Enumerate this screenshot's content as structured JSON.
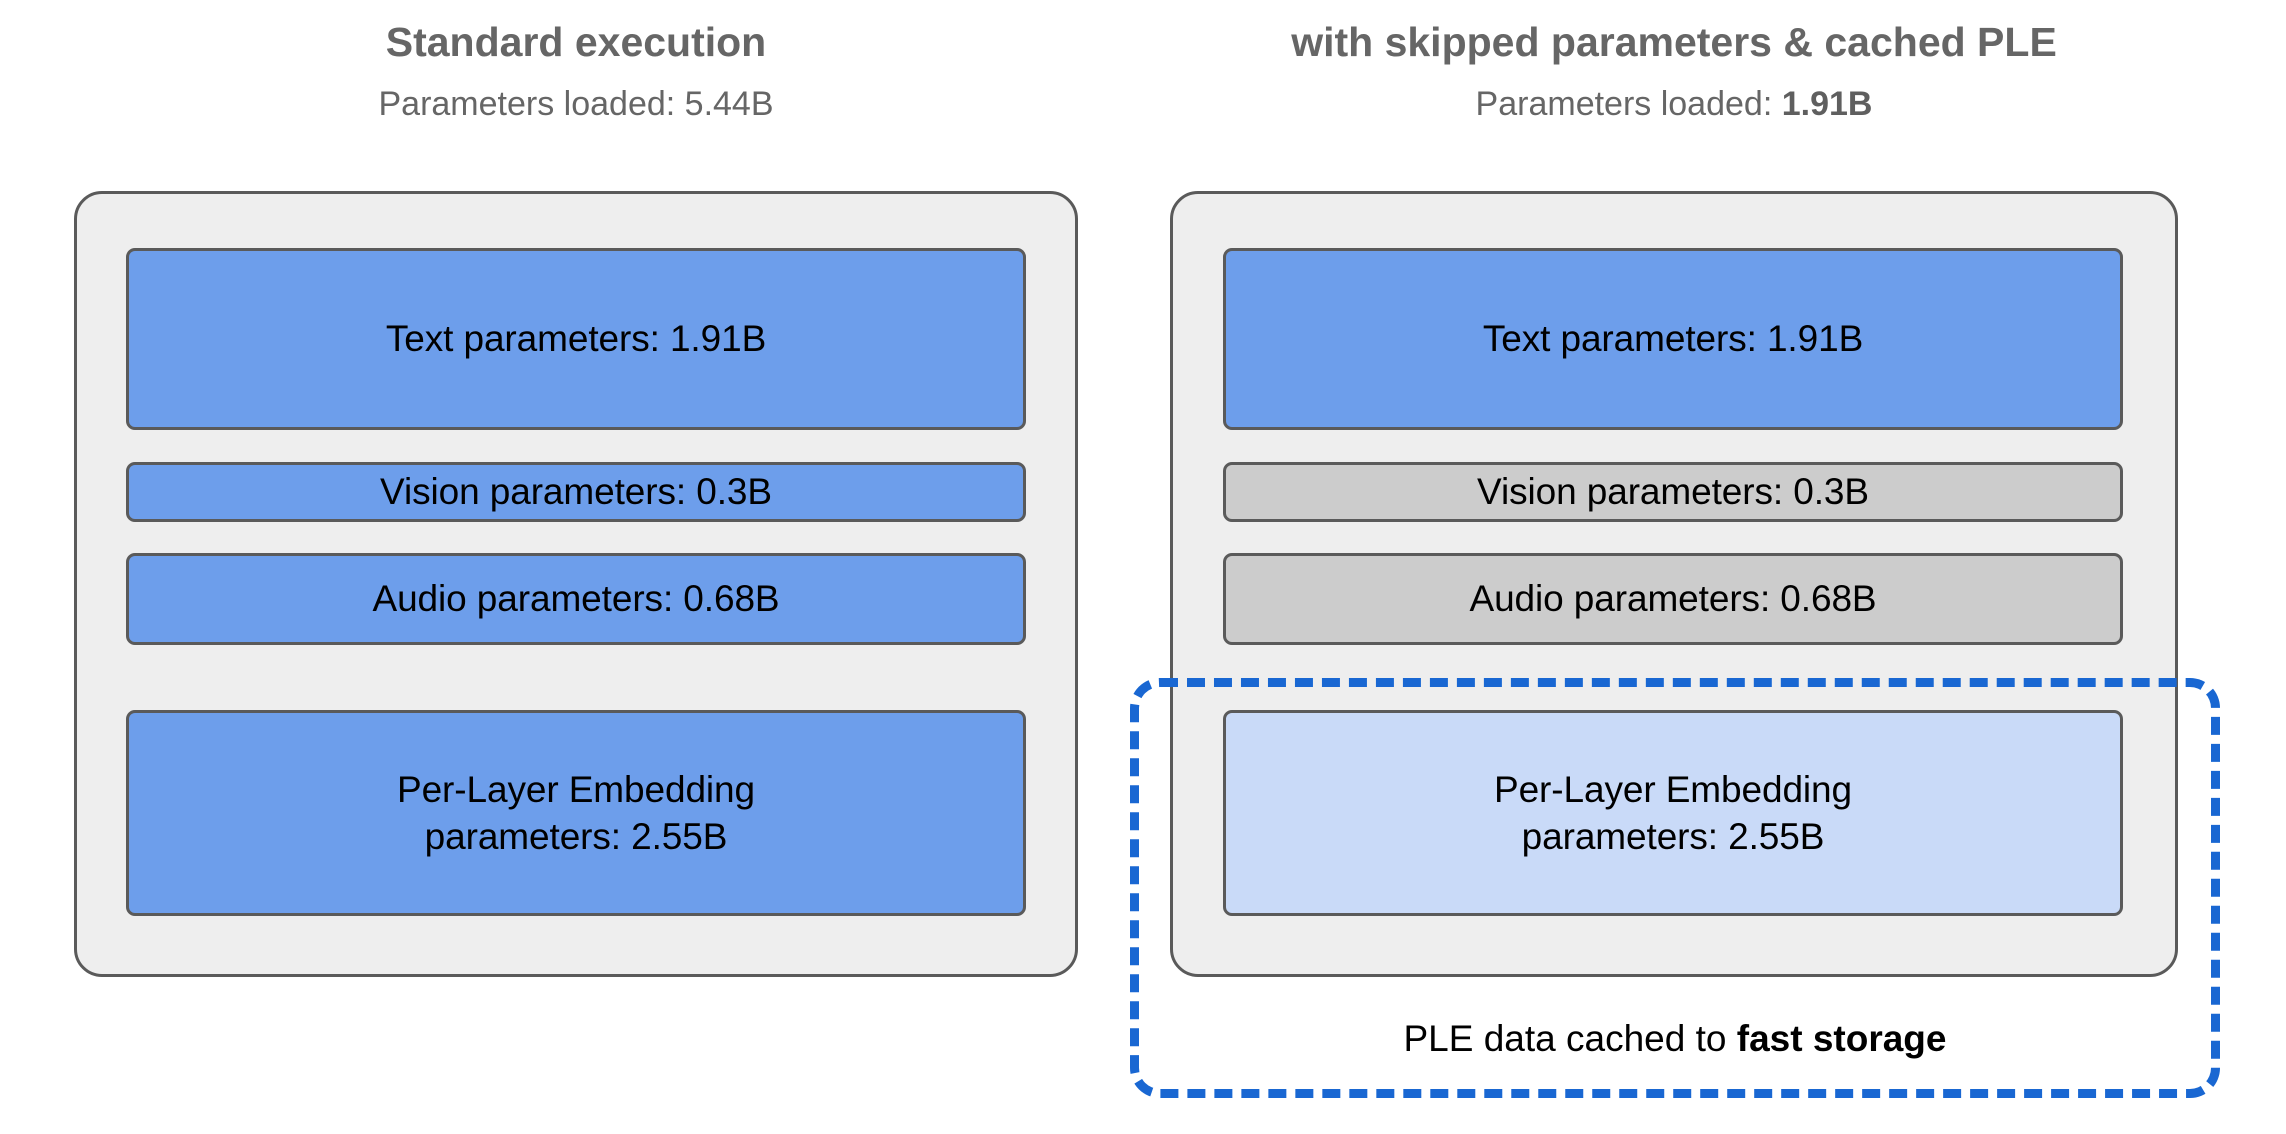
{
  "columns": [
    {
      "id": "standard",
      "title": "Standard execution",
      "subtitle_prefix": "Parameters loaded: ",
      "subtitle_value": "5.44B",
      "subtitle_value_bold": false,
      "boxes": [
        {
          "label": "Text parameters: 1.91B",
          "line1": "Text parameters: 1.91B",
          "line2": "",
          "state": "loaded"
        },
        {
          "label": "Vision parameters: 0.3B",
          "line1": "Vision parameters: 0.3B",
          "line2": "",
          "state": "loaded"
        },
        {
          "label": "Audio parameters: 0.68B",
          "line1": "Audio parameters: 0.68B",
          "line2": "",
          "state": "loaded"
        },
        {
          "label": "Per-Layer Embedding parameters: 2.55B",
          "line1": "Per-Layer Embedding",
          "line2": "parameters: 2.55B",
          "state": "loaded"
        }
      ]
    },
    {
      "id": "optimized",
      "title": "with skipped parameters & cached PLE",
      "subtitle_prefix": "Parameters loaded: ",
      "subtitle_value": "1.91B",
      "subtitle_value_bold": true,
      "boxes": [
        {
          "label": "Text parameters: 1.91B",
          "line1": "Text parameters: 1.91B",
          "line2": "",
          "state": "loaded"
        },
        {
          "label": "Vision parameters: 0.3B",
          "line1": "Vision parameters: 0.3B",
          "line2": "",
          "state": "skipped"
        },
        {
          "label": "Audio parameters: 0.68B",
          "line1": "Audio parameters: 0.68B",
          "line2": "",
          "state": "skipped"
        },
        {
          "label": "Per-Layer Embedding parameters: 2.55B",
          "line1": "Per-Layer Embedding",
          "line2": "parameters: 2.55B",
          "state": "cached"
        }
      ]
    }
  ],
  "cache_callout": {
    "text_prefix": "PLE data cached to ",
    "text_emphasis": "fast storage"
  },
  "colors": {
    "loaded": "#6d9eeb",
    "skipped": "#cccccc",
    "cached": "#c9daf8",
    "panel_background": "#eeeeee",
    "box_border": "#5a5a5a",
    "dashed_highlight": "#1967d2",
    "heading_text": "#666666",
    "body_text": "#000000",
    "page_background": "#ffffff"
  }
}
